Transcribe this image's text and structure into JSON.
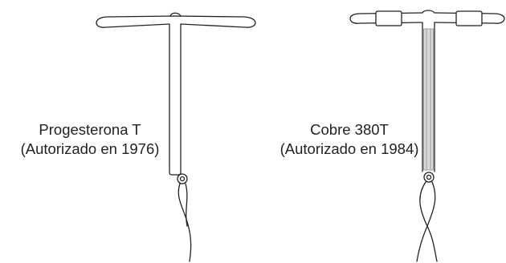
{
  "devices": [
    {
      "name": "Progesterona T",
      "note": "(Autorizado en 1976)"
    },
    {
      "name": "Cobre 380T",
      "note": "(Autorizado en 1984)"
    }
  ],
  "colors": {
    "stroke": "#222222",
    "coil": "#888888",
    "background": "#ffffff"
  }
}
